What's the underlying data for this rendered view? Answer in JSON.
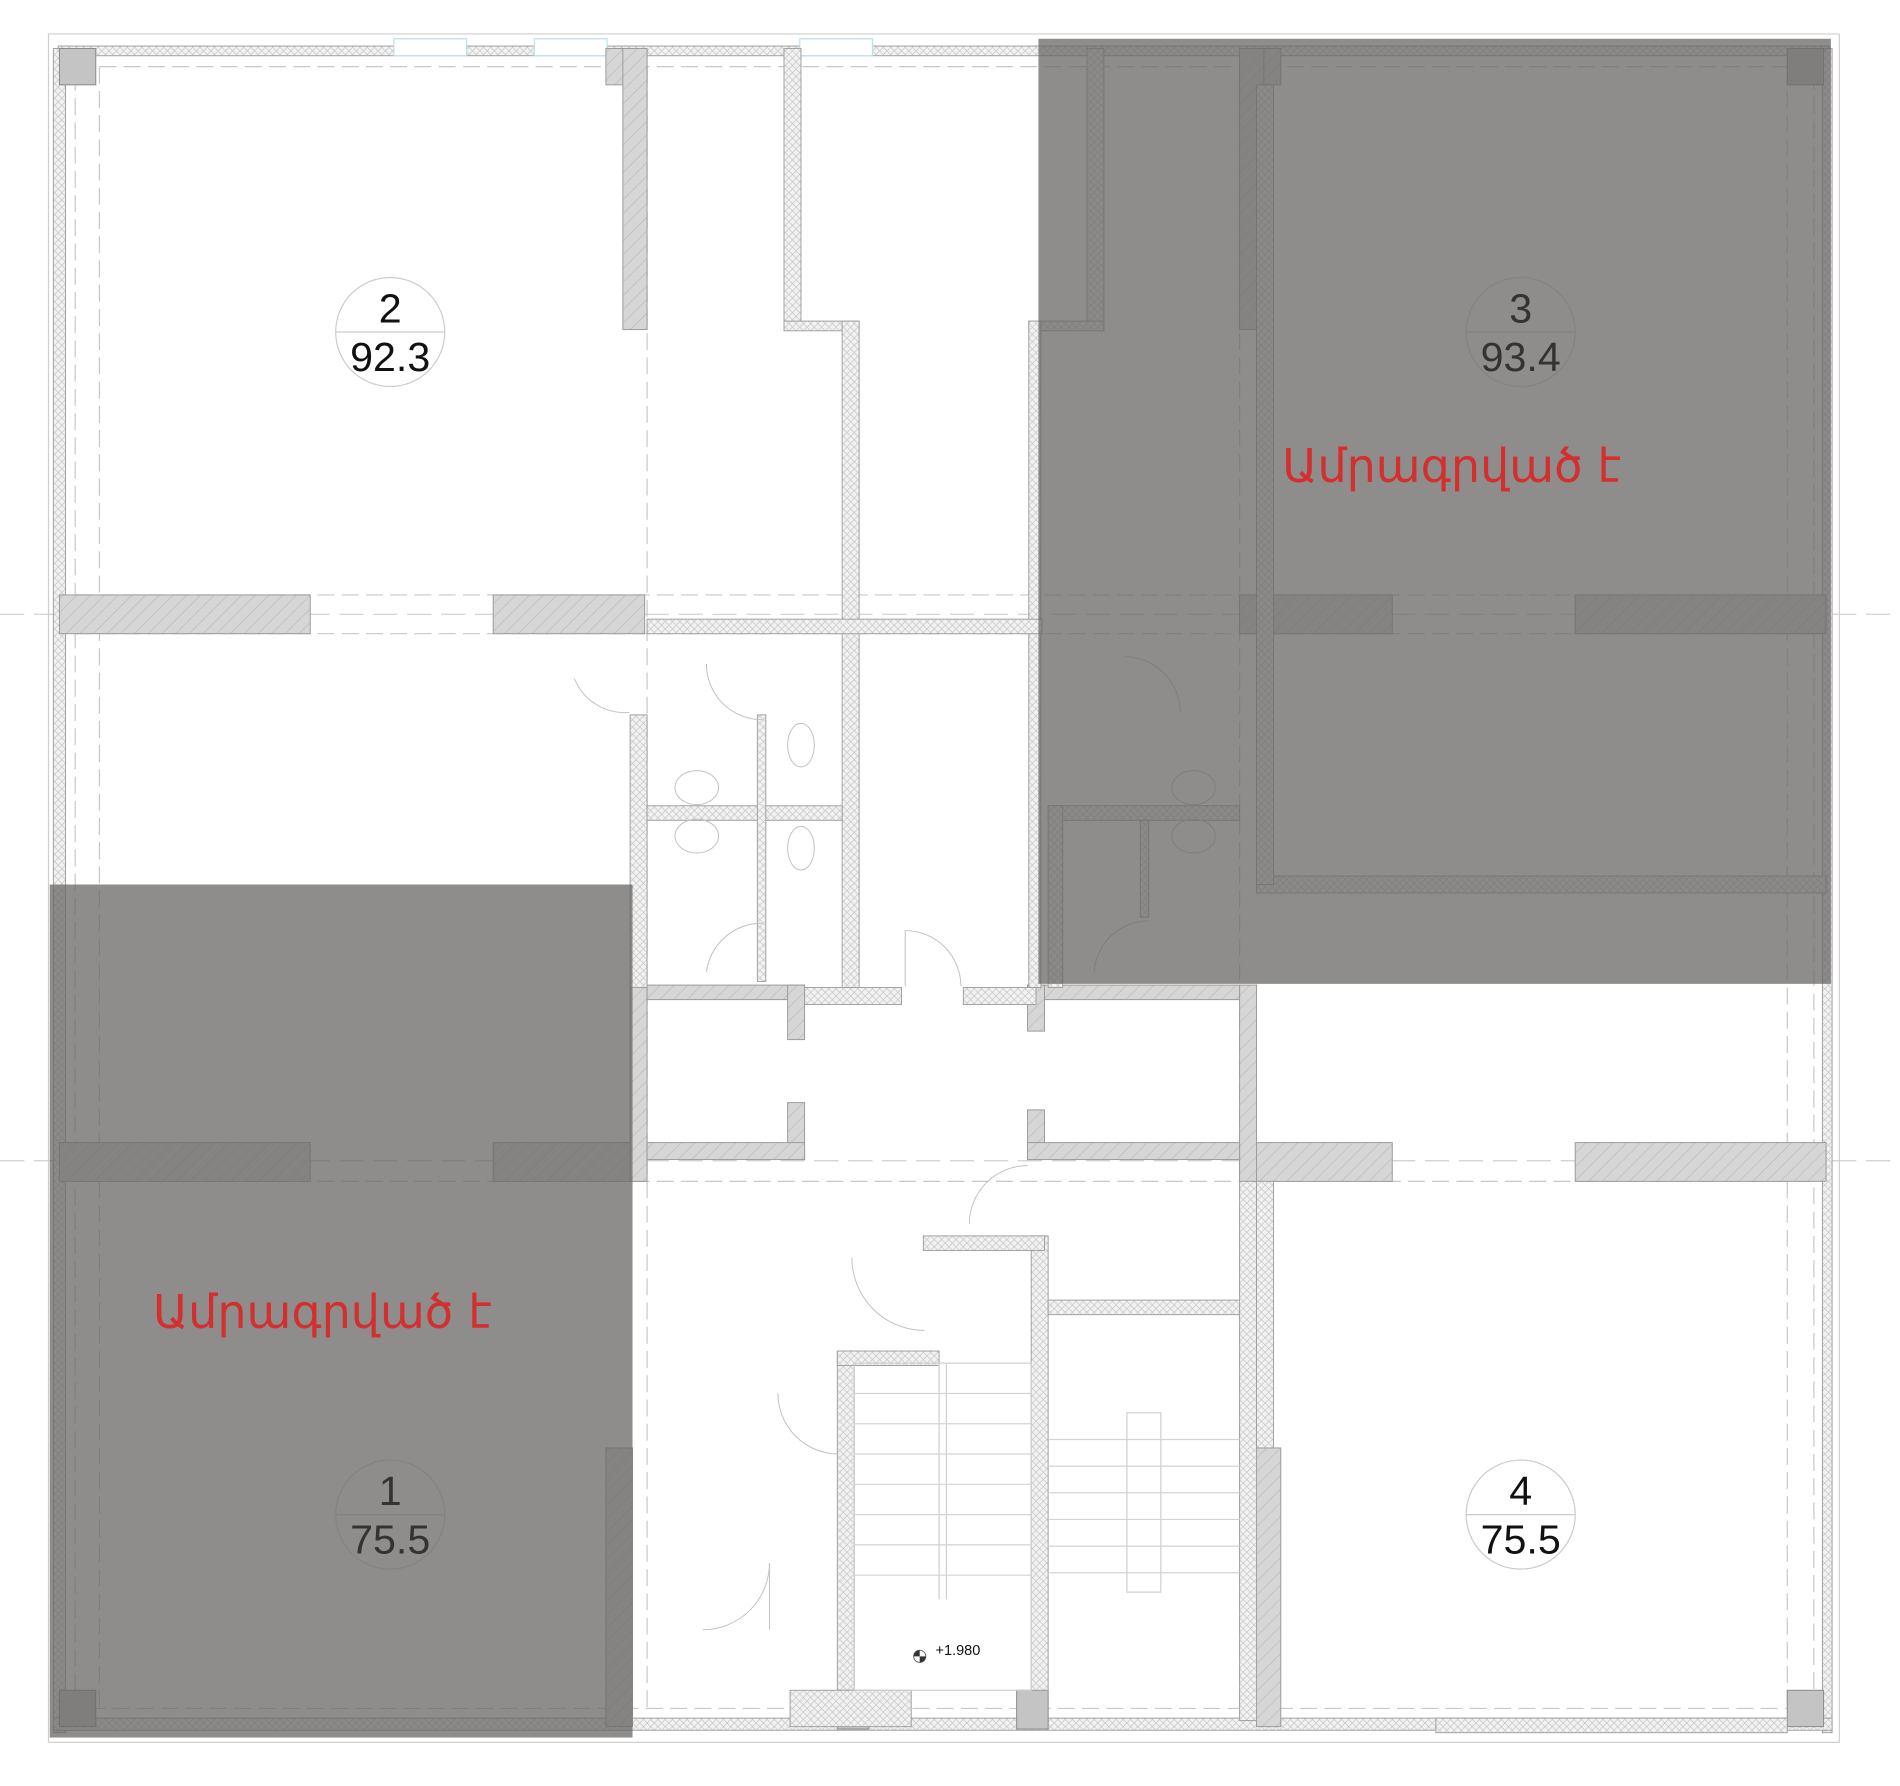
{
  "plan": {
    "rooms": [
      {
        "number": "1",
        "area": "75.5",
        "reserved": true
      },
      {
        "number": "2",
        "area": "92.3",
        "reserved": false
      },
      {
        "number": "3",
        "area": "93.4",
        "reserved": true
      },
      {
        "number": "4",
        "area": "75.5",
        "reserved": false
      }
    ],
    "reserved_label": "Ամրագրված է",
    "elevation_mark": "+1.980",
    "colors": {
      "reserved_overlay": "#8e8d8b",
      "reserved_text": "#d32f2f",
      "wall": "#d4d4d4"
    }
  }
}
